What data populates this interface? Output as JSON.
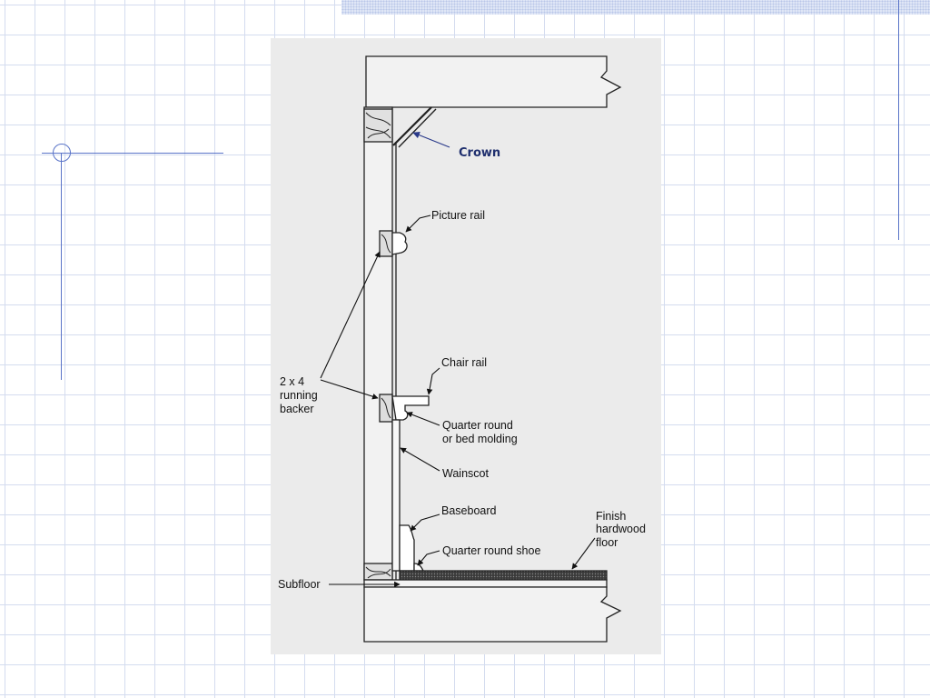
{
  "diagram": {
    "labels": {
      "crown": "Crown",
      "picture_rail": "Picture rail",
      "backer_line1": "2 x 4",
      "backer_line2": "running",
      "backer_line3": "backer",
      "chair_rail": "Chair rail",
      "quarter_round_line1": "Quarter round",
      "quarter_round_line2": "or bed molding",
      "wainscot": "Wainscot",
      "baseboard": "Baseboard",
      "finish_line1": "Finish",
      "finish_line2": "hardwood",
      "finish_line3": "floor",
      "quarter_round_shoe": "Quarter round shoe",
      "subfloor": "Subfloor"
    },
    "colors": {
      "accent": "#5a74c8",
      "crown_label": "#1f2f6e",
      "paper": "#ebebeb",
      "grid": "#d4dcef"
    }
  }
}
